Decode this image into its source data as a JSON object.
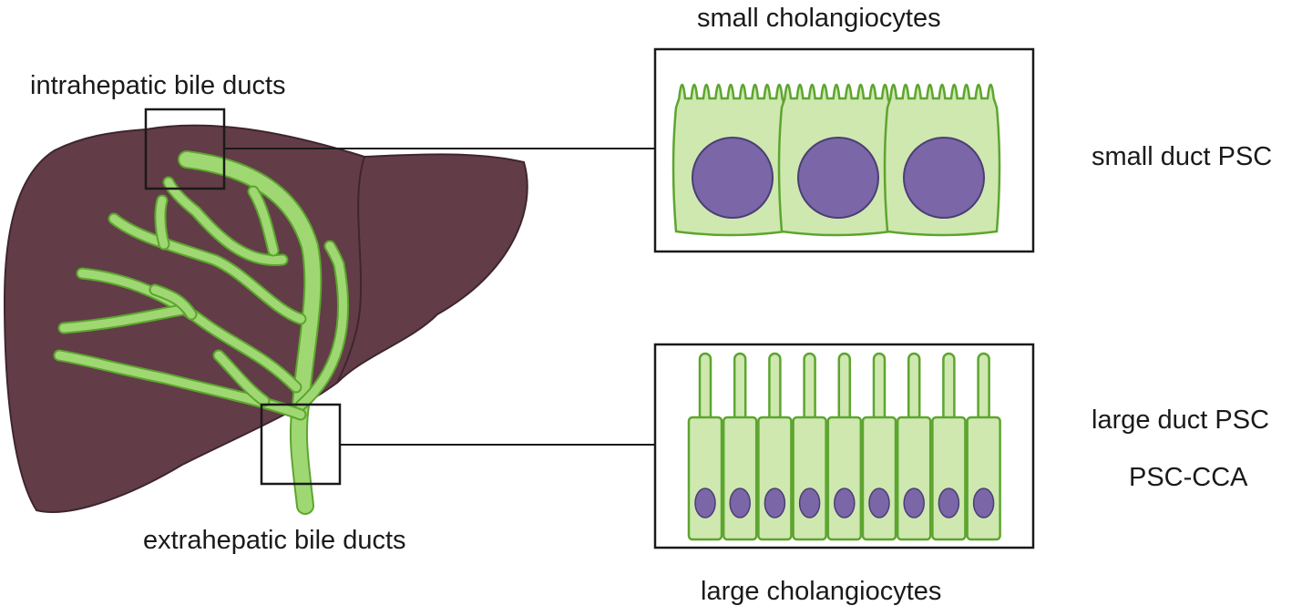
{
  "labels": {
    "intrahepatic": "intrahepatic bile ducts",
    "extrahepatic": "extrahepatic bile ducts",
    "small_cholangiocytes": "small cholangiocytes",
    "large_cholangiocytes": "large cholangiocytes",
    "small_duct_psc": "small duct PSC",
    "large_duct_psc": "large duct PSC",
    "psc_cca": "PSC-CCA"
  },
  "colors": {
    "liver": "#623d48",
    "liver_edge": "#3f2530",
    "duct_fill": "#9fd873",
    "duct_edge": "#5da52f",
    "cell_fill": "#cfe8b0",
    "cell_edge": "#5da52f",
    "nucleus": "#7b66a8",
    "nucleus_edge": "#4a3f73",
    "line": "#1a1a1a"
  }
}
